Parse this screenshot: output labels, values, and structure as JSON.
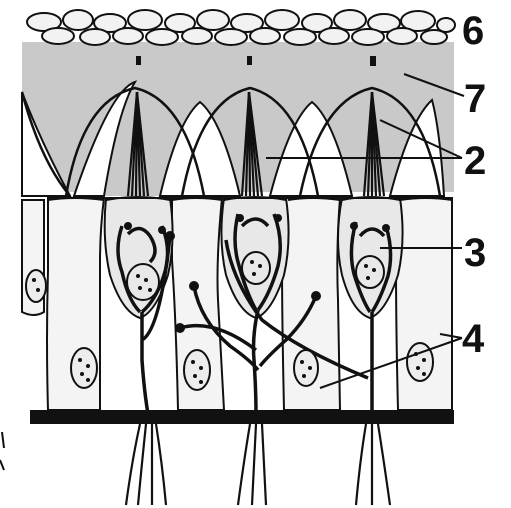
{
  "diagram": {
    "labels": {
      "l6": "6",
      "l7": "7",
      "l2": "2",
      "l3": "3",
      "l4": "4"
    },
    "colors": {
      "ink": "#111111",
      "gel": "#c9c9c9",
      "cell": "#f4f4f4",
      "nucleus_fill": "#e9e9e9"
    }
  }
}
